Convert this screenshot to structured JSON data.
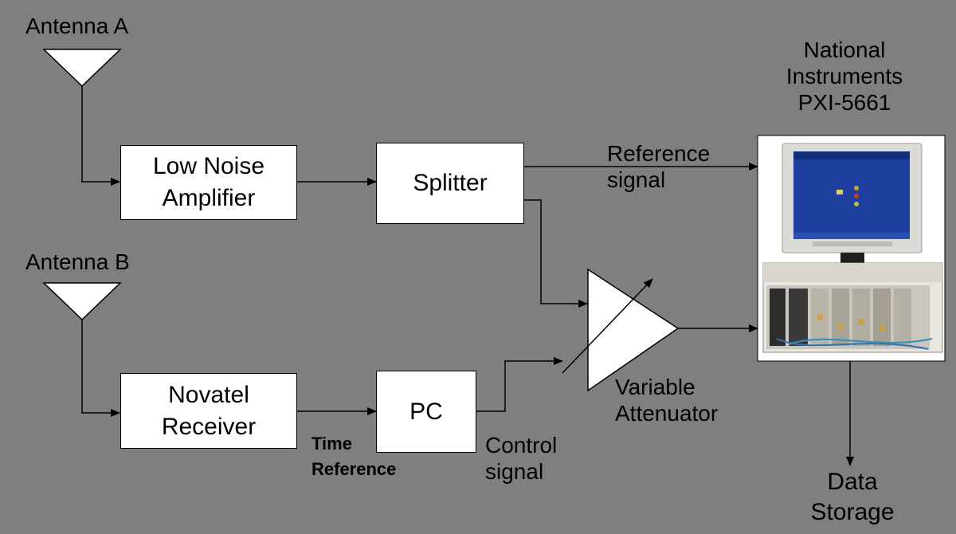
{
  "antennas": {
    "a": {
      "label": "Antenna A"
    },
    "b": {
      "label": "Antenna B"
    }
  },
  "blocks": {
    "lna": {
      "line1": "Low Noise",
      "line2": "Amplifier"
    },
    "splitter": {
      "label": "Splitter"
    },
    "novatel": {
      "line1": "Novatel",
      "line2": "Receiver"
    },
    "pc": {
      "label": "PC"
    }
  },
  "instrument": {
    "line1": "National",
    "line2": "Instruments",
    "line3": "PXI-5661"
  },
  "attenuator": {
    "line1": "Variable",
    "line2": "Attenuator"
  },
  "signals": {
    "reference": {
      "line1": "Reference",
      "line2": "signal"
    },
    "control": {
      "line1": "Control",
      "line2": "signal"
    },
    "time_reference": {
      "line1": "Time",
      "line2": "Reference"
    }
  },
  "output": {
    "line1": "Data",
    "line2": "Storage"
  },
  "colors": {
    "background": "#7f7f7f",
    "block_fill": "#ffffff",
    "line": "#000000"
  }
}
